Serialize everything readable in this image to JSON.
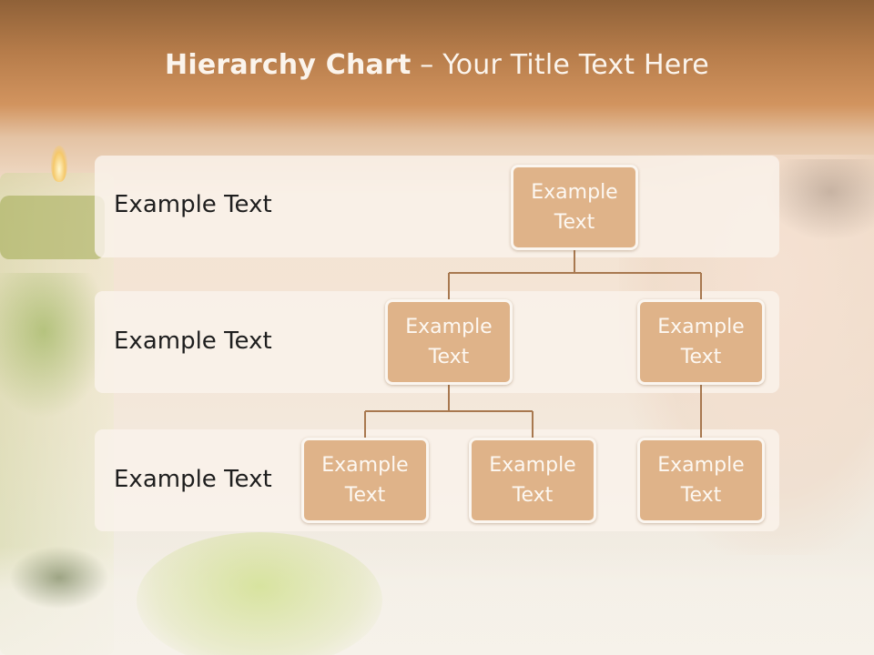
{
  "title": {
    "bold": "Hierarchy Chart",
    "rest": " – Your Title Text Here"
  },
  "levels": [
    {
      "label": "Example Text"
    },
    {
      "label": "Example Text"
    },
    {
      "label": "Example Text"
    }
  ],
  "nodes": {
    "root": "Example Text",
    "child_left": "Example Text",
    "child_right": "Example Text",
    "grandchild_1": "Example Text",
    "grandchild_2": "Example Text",
    "grandchild_3": "Example Text"
  },
  "colors": {
    "node_fill": "#dfb389",
    "node_border": "#fbf6f0",
    "connector": "#a8784f",
    "title_bar": "#c98a52"
  }
}
